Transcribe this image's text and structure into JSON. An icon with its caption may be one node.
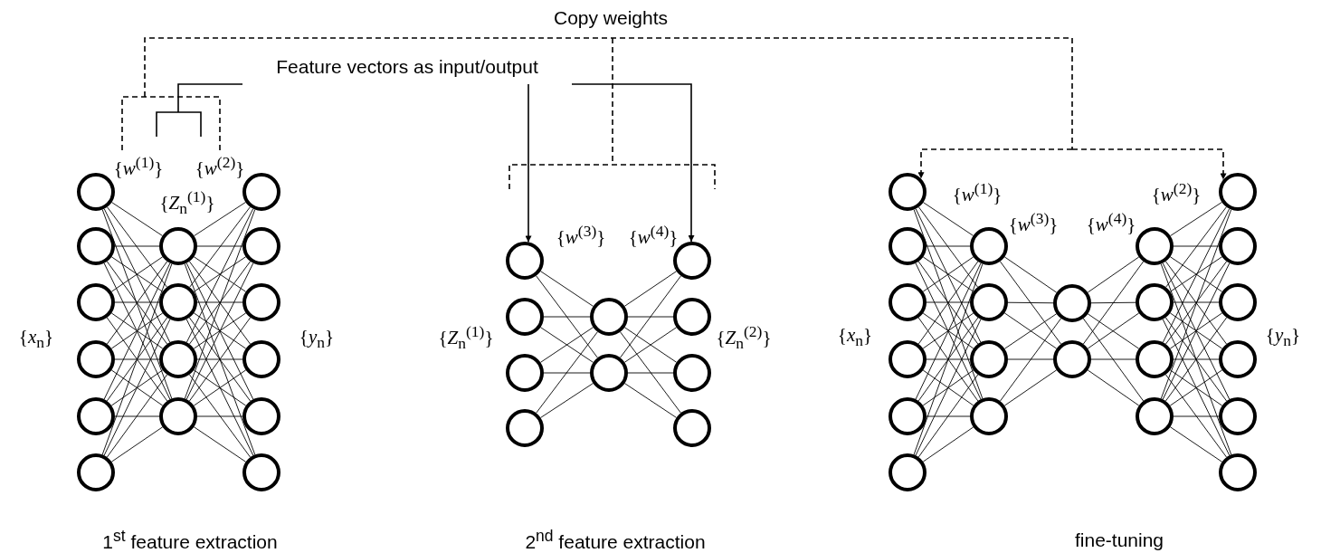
{
  "diagram": {
    "nodes": [
      {
        "text": [],
        "shape": "circle"
      },
      {
        "text": [],
        "shape": "circle"
      },
      {
        "text": [],
        "shape": "circle"
      },
      {
        "text": [],
        "shape": "circle"
      },
      {
        "text": [],
        "shape": "circle"
      },
      {
        "text": [],
        "shape": "circle"
      },
      {
        "text": [],
        "shape": "circle"
      },
      {
        "text": [],
        "shape": "circle"
      },
      {
        "text": [],
        "shape": "circle"
      },
      {
        "text": [],
        "shape": "circle"
      },
      {
        "text": [],
        "shape": "circle"
      },
      {
        "text": [],
        "shape": "circle"
      },
      {
        "text": [],
        "shape": "circle"
      },
      {
        "text": [],
        "shape": "circle"
      },
      {
        "text": [],
        "shape": "circle"
      },
      {
        "text": [],
        "shape": "circle"
      },
      {
        "text": [],
        "shape": "circle"
      },
      {
        "text": [],
        "shape": "circle"
      },
      {
        "text": [],
        "shape": "circle"
      },
      {
        "text": [],
        "shape": "circle"
      },
      {
        "text": [],
        "shape": "circle"
      },
      {
        "text": [],
        "shape": "circle"
      },
      {
        "text": [],
        "shape": "circle"
      },
      {
        "text": [],
        "shape": "circle"
      },
      {
        "text": [],
        "shape": "circle"
      },
      {
        "text": [],
        "shape": "circle"
      },
      {
        "text": [],
        "shape": "circle"
      },
      {
        "text": [],
        "shape": "circle"
      },
      {
        "text": [],
        "shape": "circle"
      },
      {
        "text": [],
        "shape": "circle"
      },
      {
        "text": [],
        "shape": "circle"
      },
      {
        "text": [],
        "shape": "circle"
      },
      {
        "text": [],
        "shape": "circle"
      },
      {
        "text": [],
        "shape": "circle"
      },
      {
        "text": [],
        "shape": "circle"
      },
      {
        "text": [],
        "shape": "circle"
      },
      {
        "text": [],
        "shape": "circle"
      },
      {
        "text": [],
        "shape": "circle"
      },
      {
        "text": [],
        "shape": "circle"
      },
      {
        "text": [],
        "shape": "circle"
      },
      {
        "text": [],
        "shape": "circle"
      },
      {
        "text": [],
        "shape": "circle"
      },
      {
        "text": [],
        "shape": "circle"
      },
      {
        "text": [],
        "shape": "circle"
      },
      {
        "text": [],
        "shape": "circle"
      },
      {
        "text": [],
        "shape": "circle"
      },
      {
        "text": [],
        "shape": "circle"
      },
      {
        "text": [],
        "shape": "circle"
      },
      {
        "text": [
          "Feature vectors as input/output"
        ]
      }
    ],
    "edges": [
      {
        "from": 0,
        "to": 6,
        "arrow": "none"
      },
      {
        "from": 0,
        "to": 7,
        "arrow": "none"
      },
      {
        "from": 0,
        "to": 8,
        "arrow": "none"
      },
      {
        "from": 0,
        "to": 9,
        "arrow": "none"
      },
      {
        "from": 1,
        "to": 6,
        "arrow": "none"
      },
      {
        "from": 1,
        "to": 7,
        "arrow": "none"
      },
      {
        "from": 1,
        "to": 8,
        "arrow": "none"
      },
      {
        "from": 1,
        "to": 9,
        "arrow": "none"
      },
      {
        "from": 2,
        "to": 6,
        "arrow": "none"
      },
      {
        "from": 2,
        "to": 7,
        "arrow": "none"
      },
      {
        "from": 2,
        "to": 8,
        "arrow": "none"
      },
      {
        "from": 2,
        "to": 9,
        "arrow": "none"
      },
      {
        "from": 3,
        "to": 6,
        "arrow": "none"
      },
      {
        "from": 3,
        "to": 7,
        "arrow": "none"
      },
      {
        "from": 3,
        "to": 8,
        "arrow": "none"
      },
      {
        "from": 3,
        "to": 9,
        "arrow": "none"
      },
      {
        "from": 4,
        "to": 6,
        "arrow": "none"
      },
      {
        "from": 4,
        "to": 7,
        "arrow": "none"
      },
      {
        "from": 4,
        "to": 8,
        "arrow": "none"
      },
      {
        "from": 4,
        "to": 9,
        "arrow": "none"
      },
      {
        "from": 5,
        "to": 6,
        "arrow": "none"
      },
      {
        "from": 5,
        "to": 7,
        "arrow": "none"
      },
      {
        "from": 5,
        "to": 8,
        "arrow": "none"
      },
      {
        "from": 5,
        "to": 9,
        "arrow": "none"
      },
      {
        "from": 6,
        "to": 10,
        "arrow": "none"
      },
      {
        "from": 6,
        "to": 11,
        "arrow": "none"
      },
      {
        "from": 6,
        "to": 12,
        "arrow": "none"
      },
      {
        "from": 6,
        "to": 13,
        "arrow": "none"
      },
      {
        "from": 6,
        "to": 14,
        "arrow": "none"
      },
      {
        "from": 6,
        "to": 15,
        "arrow": "none"
      },
      {
        "from": 7,
        "to": 10,
        "arrow": "none"
      },
      {
        "from": 7,
        "to": 11,
        "arrow": "none"
      },
      {
        "from": 7,
        "to": 12,
        "arrow": "none"
      },
      {
        "from": 7,
        "to": 13,
        "arrow": "none"
      },
      {
        "from": 7,
        "to": 14,
        "arrow": "none"
      },
      {
        "from": 7,
        "to": 15,
        "arrow": "none"
      },
      {
        "from": 8,
        "to": 10,
        "arrow": "none"
      },
      {
        "from": 8,
        "to": 11,
        "arrow": "none"
      },
      {
        "from": 8,
        "to": 12,
        "arrow": "none"
      },
      {
        "from": 8,
        "to": 13,
        "arrow": "none"
      },
      {
        "from": 8,
        "to": 14,
        "arrow": "none"
      },
      {
        "from": 8,
        "to": 15,
        "arrow": "none"
      },
      {
        "from": 9,
        "to": 10,
        "arrow": "none"
      },
      {
        "from": 9,
        "to": 11,
        "arrow": "none"
      },
      {
        "from": 9,
        "to": 12,
        "arrow": "none"
      },
      {
        "from": 9,
        "to": 13,
        "arrow": "none"
      },
      {
        "from": 9,
        "to": 14,
        "arrow": "none"
      },
      {
        "from": 9,
        "to": 15,
        "arrow": "none"
      },
      {
        "from": 16,
        "to": 20,
        "arrow": "none"
      },
      {
        "from": 16,
        "to": 21,
        "arrow": "none"
      },
      {
        "from": 17,
        "to": 20,
        "arrow": "none"
      },
      {
        "from": 17,
        "to": 21,
        "arrow": "none"
      },
      {
        "from": 18,
        "to": 20,
        "arrow": "none"
      },
      {
        "from": 18,
        "to": 21,
        "arrow": "none"
      },
      {
        "from": 19,
        "to": 20,
        "arrow": "none"
      },
      {
        "from": 19,
        "to": 21,
        "arrow": "none"
      },
      {
        "from": 20,
        "to": 22,
        "arrow": "none"
      },
      {
        "from": 20,
        "to": 23,
        "arrow": "none"
      },
      {
        "from": 20,
        "to": 24,
        "arrow": "none"
      },
      {
        "from": 20,
        "to": 25,
        "arrow": "none"
      },
      {
        "from": 21,
        "to": 22,
        "arrow": "none"
      },
      {
        "from": 21,
        "to": 23,
        "arrow": "none"
      },
      {
        "from": 21,
        "to": 24,
        "arrow": "none"
      },
      {
        "from": 21,
        "to": 25,
        "arrow": "none"
      },
      {
        "from": 26,
        "to": 32,
        "arrow": "none"
      },
      {
        "from": 26,
        "to": 33,
        "arrow": "none"
      },
      {
        "from": 26,
        "to": 34,
        "arrow": "none"
      },
      {
        "from": 26,
        "to": 35,
        "arrow": "none"
      },
      {
        "from": 27,
        "to": 32,
        "arrow": "none"
      },
      {
        "from": 27,
        "to": 33,
        "arrow": "none"
      },
      {
        "from": 27,
        "to": 34,
        "arrow": "none"
      },
      {
        "from": 27,
        "to": 35,
        "arrow": "none"
      },
      {
        "from": 28,
        "to": 32,
        "arrow": "none"
      },
      {
        "from": 28,
        "to": 33,
        "arrow": "none"
      },
      {
        "from": 28,
        "to": 34,
        "arrow": "none"
      },
      {
        "from": 28,
        "to": 35,
        "arrow": "none"
      },
      {
        "from": 29,
        "to": 32,
        "arrow": "none"
      },
      {
        "from": 29,
        "to": 33,
        "arrow": "none"
      },
      {
        "from": 29,
        "to": 34,
        "arrow": "none"
      },
      {
        "from": 29,
        "to": 35,
        "arrow": "none"
      },
      {
        "from": 30,
        "to": 32,
        "arrow": "none"
      },
      {
        "from": 30,
        "to": 33,
        "arrow": "none"
      },
      {
        "from": 30,
        "to": 34,
        "arrow": "none"
      },
      {
        "from": 30,
        "to": 35,
        "arrow": "none"
      },
      {
        "from": 31,
        "to": 32,
        "arrow": "none"
      },
      {
        "from": 31,
        "to": 33,
        "arrow": "none"
      },
      {
        "from": 31,
        "to": 34,
        "arrow": "none"
      },
      {
        "from": 31,
        "to": 35,
        "arrow": "none"
      },
      {
        "from": 32,
        "to": 36,
        "arrow": "none"
      },
      {
        "from": 32,
        "to": 37,
        "arrow": "none"
      },
      {
        "from": 33,
        "to": 36,
        "arrow": "none"
      },
      {
        "from": 33,
        "to": 37,
        "arrow": "none"
      },
      {
        "from": 34,
        "to": 36,
        "arrow": "none"
      },
      {
        "from": 34,
        "to": 37,
        "arrow": "none"
      },
      {
        "from": 35,
        "to": 36,
        "arrow": "none"
      },
      {
        "from": 35,
        "to": 37,
        "arrow": "none"
      },
      {
        "from": 36,
        "to": 38,
        "arrow": "none"
      },
      {
        "from": 36,
        "to": 39,
        "arrow": "none"
      },
      {
        "from": 36,
        "to": 40,
        "arrow": "none"
      },
      {
        "from": 36,
        "to": 41,
        "arrow": "none"
      },
      {
        "from": 37,
        "to": 38,
        "arrow": "none"
      },
      {
        "from": 37,
        "to": 39,
        "arrow": "none"
      },
      {
        "from": 37,
        "to": 40,
        "arrow": "none"
      },
      {
        "from": 37,
        "to": 41,
        "arrow": "none"
      },
      {
        "from": 38,
        "to": 42,
        "arrow": "none"
      },
      {
        "from": 38,
        "to": 43,
        "arrow": "none"
      },
      {
        "from": 38,
        "to": 44,
        "arrow": "none"
      },
      {
        "from": 38,
        "to": 45,
        "arrow": "none"
      },
      {
        "from": 38,
        "to": 46,
        "arrow": "none"
      },
      {
        "from": 38,
        "to": 47,
        "arrow": "none"
      },
      {
        "from": 39,
        "to": 42,
        "arrow": "none"
      },
      {
        "from": 39,
        "to": 43,
        "arrow": "none"
      },
      {
        "from": 39,
        "to": 44,
        "arrow": "none"
      },
      {
        "from": 39,
        "to": 45,
        "arrow": "none"
      },
      {
        "from": 39,
        "to": 46,
        "arrow": "none"
      },
      {
        "from": 39,
        "to": 47,
        "arrow": "none"
      },
      {
        "from": 40,
        "to": 42,
        "arrow": "none"
      },
      {
        "from": 40,
        "to": 43,
        "arrow": "none"
      },
      {
        "from": 40,
        "to": 44,
        "arrow": "none"
      },
      {
        "from": 40,
        "to": 45,
        "arrow": "none"
      },
      {
        "from": 40,
        "to": 46,
        "arrow": "none"
      },
      {
        "from": 40,
        "to": 47,
        "arrow": "none"
      },
      {
        "from": 41,
        "to": 42,
        "arrow": "none"
      },
      {
        "from": 41,
        "to": 43,
        "arrow": "none"
      },
      {
        "from": 41,
        "to": 44,
        "arrow": "none"
      },
      {
        "from": 41,
        "to": 45,
        "arrow": "none"
      },
      {
        "from": 41,
        "to": 46,
        "arrow": "none"
      },
      {
        "from": 41,
        "to": 47,
        "arrow": "none"
      },
      {
        "from": 48,
        "to": 16,
        "arrow": "to"
      },
      {
        "from": 48,
        "to": 22,
        "arrow": "to"
      },
      {
        "from": null,
        "to": 26,
        "arrow": "to",
        "style": "dashed"
      },
      {
        "from": null,
        "to": 42,
        "arrow": "to",
        "style": "dashed"
      }
    ],
    "labels": [
      "Copy weights",
      "{*w*$^{(1)}$}",
      "{*w*$^{(2)}$}",
      "{*Z*$_{n}$$^{(1)}$}",
      "{*x*$_{n}$}",
      "{*y*$_{n}$}",
      "{*w*$^{(3)}$}",
      "{*w*$^{(4)}$}",
      "{*Z*$_{n}$$^{(1)}$}",
      "{*Z*$_{n}$$^{(2)}$}",
      "{*w*$^{(1)}$}",
      "{*w*$^{(3)}$}",
      "{*w*$^{(4)}$}",
      "{*w*$^{(2)}$}",
      "{*x*$_{n}$}",
      "{*y*$_{n}$}",
      "1$^{st}$ feature extraction",
      "2$^{nd}$ feature extraction",
      "fine-tuning"
    ]
  }
}
